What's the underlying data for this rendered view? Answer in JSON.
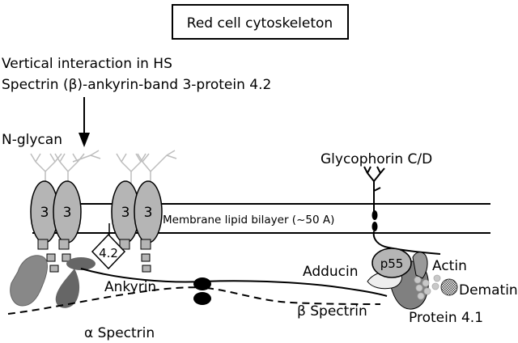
{
  "title": "Red cell cytoskeleton",
  "annotation": {
    "line1": "Vertical interaction in HS",
    "line2": "Spectrin (β)-ankyrin-band 3-protein 4.2"
  },
  "labels": {
    "n_glycan": "N-glycan",
    "glycophorin": "Glycophorin C/D",
    "band3": "3",
    "protein42": "4.2",
    "bilayer": "Membrane lipid bilayer (~50 A)",
    "p55": "p55",
    "adducin": "Adducin",
    "actin": "Actin",
    "dematin": "Dematin",
    "ankyrin": "Ankyrin",
    "beta_spectrin": "β Spectrin",
    "protein41": "Protein 4.1",
    "alpha_spectrin": "α Spectrin"
  },
  "colors": {
    "band3_fill": "#b5b5b5",
    "ankyrin_fill": "#666666",
    "anchor_fill": "#888888",
    "protein41_fill": "#808080",
    "actin_fill": "#c8c8c8",
    "glycan_stroke": "#bdbdbd"
  }
}
